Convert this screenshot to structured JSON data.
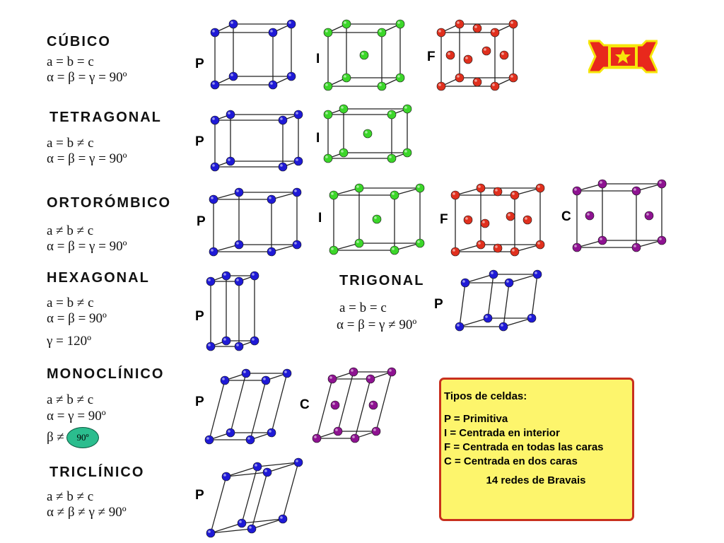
{
  "colors": {
    "blue": "#1f1ad6",
    "green": "#3cd62a",
    "red": "#e0301e",
    "purple": "#8e1391",
    "legend_bg": "#fdf56c",
    "legend_border": "#c8301e",
    "badge": "#2bbd8e"
  },
  "systems": [
    {
      "id": "cubico",
      "title": "CÚBICO",
      "params": [
        "a = b = c",
        "α = β = γ = 90º"
      ],
      "cells": [
        {
          "label": "P",
          "type": "primitive",
          "color": "blue"
        },
        {
          "label": "I",
          "type": "body",
          "color": "green"
        },
        {
          "label": "F",
          "type": "face",
          "color": "red"
        }
      ]
    },
    {
      "id": "tetragonal",
      "title": "TETRAGONAL",
      "params": [
        "a = b ≠ c",
        "α = β = γ = 90º"
      ],
      "cells": [
        {
          "label": "P",
          "type": "primitive",
          "color": "blue"
        },
        {
          "label": "I",
          "type": "body",
          "color": "green"
        }
      ]
    },
    {
      "id": "ortorombico",
      "title": "ORTORÓMBICO",
      "params": [
        "a ≠ b ≠ c",
        "α = β = γ = 90º"
      ],
      "cells": [
        {
          "label": "P",
          "type": "primitive",
          "color": "blue"
        },
        {
          "label": "I",
          "type": "body",
          "color": "green"
        },
        {
          "label": "F",
          "type": "face",
          "color": "red"
        },
        {
          "label": "C",
          "type": "base",
          "color": "purple"
        }
      ]
    },
    {
      "id": "hexagonal",
      "title": "HEXAGONAL",
      "params": [
        "a = b ≠ c",
        "α = β = 90º",
        "γ = 120º"
      ],
      "cells": [
        {
          "label": "P",
          "type": "primitive",
          "color": "blue"
        }
      ]
    },
    {
      "id": "trigonal",
      "title": "TRIGONAL",
      "params": [
        "a = b = c",
        "α = β = γ ≠ 90º"
      ],
      "cells": [
        {
          "label": "P",
          "type": "primitive",
          "color": "blue"
        }
      ]
    },
    {
      "id": "monoclinico",
      "title": "MONOCLÍNICO",
      "params": [
        "a ≠ b ≠ c",
        "α = γ = 90º",
        "β ≠"
      ],
      "badge": "90º",
      "cells": [
        {
          "label": "P",
          "type": "primitive",
          "color": "blue"
        },
        {
          "label": "C",
          "type": "base",
          "color": "purple"
        }
      ]
    },
    {
      "id": "triclinico",
      "title": "TRICLÍNICO",
      "params": [
        "a ≠ b ≠ c",
        "α ≠ β ≠ γ ≠ 90º"
      ],
      "cells": [
        {
          "label": "P",
          "type": "primitive",
          "color": "blue"
        }
      ]
    }
  ],
  "legend": {
    "title": "Tipos de celdas:",
    "items": [
      "P = Primitiva",
      "I  = Centrada en interior",
      "F = Centrada en todas las caras",
      "C = Centrada en dos caras"
    ],
    "footer": "14 redes de Bravais"
  }
}
